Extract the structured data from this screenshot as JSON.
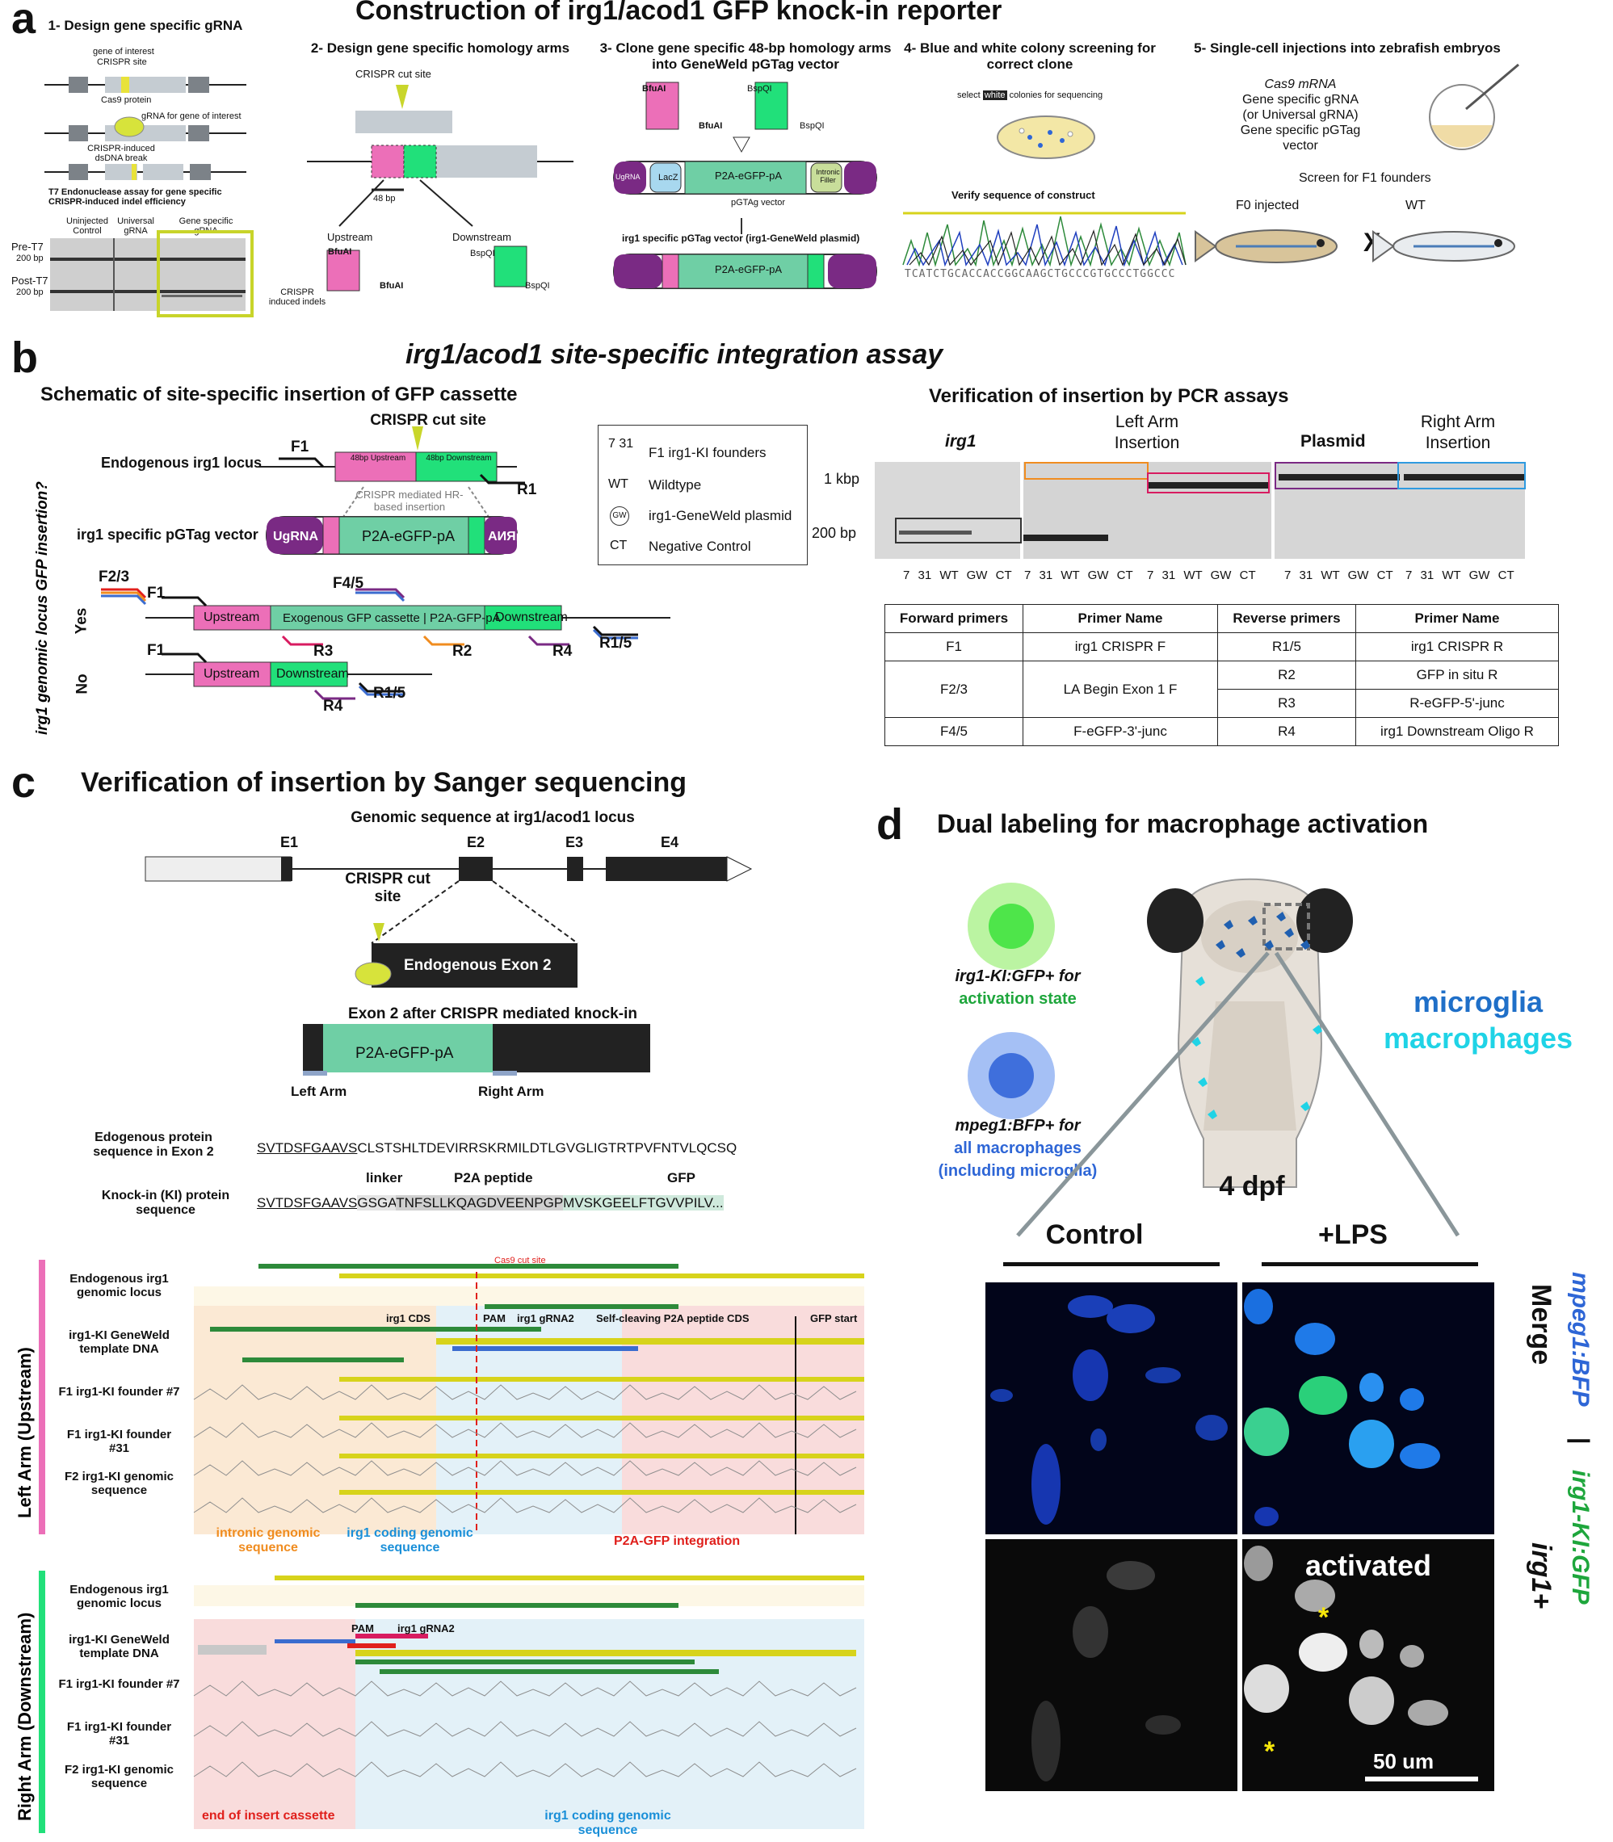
{
  "panels": {
    "a": "a",
    "b": "b",
    "c": "c",
    "d": "d"
  },
  "panel_a": {
    "title": "Construction of irg1/acod1 GFP knock-in reporter",
    "title_italic": "irg1/acod1",
    "step1": {
      "heading": "1- Design gene specific gRNA",
      "gene_of_interest": "gene of interest",
      "crispr_site": "CRISPR site",
      "cas9": "Cas9 protein",
      "grna": "gRNA for gene of interest",
      "dsdna": "CRISPR-induced dsDNA break",
      "t7_assay": "T7 Endonuclease assay for gene specific CRISPR-induced indel efficiency",
      "lanes": [
        "Uninjected Control",
        "Universal gRNA",
        "Gene specific gRNA"
      ],
      "pre": "Pre-T7",
      "post": "Post-T7",
      "bp200": "200 bp",
      "indels": "CRISPR induced indels"
    },
    "step2": {
      "heading": "2- Design gene specific homology arms",
      "cut": "CRISPR cut site",
      "bp48": "48 bp",
      "upstream": "Upstream",
      "downstream": "Downstream",
      "bfuai": "BfuAI",
      "bspqi": "BspQI"
    },
    "step3": {
      "heading": "3- Clone gene specific 48-bp homology arms into GeneWeld pGTag vector",
      "ugrna": "UgRNA",
      "lacz": "LacZ",
      "cassette": "P2A-eGFP-pA",
      "intronic": "Intronic Filler",
      "vector": "pGTAg vector",
      "plasmid_label": "irg1 specific pGTag vector (irg1-GeneWeld plasmid)",
      "bfuai": "BfuAI",
      "bspqi": "BspQI"
    },
    "step4": {
      "heading": "4- Blue and white colony screening for correct clone",
      "select_pre": "select",
      "select_white": "white",
      "select_post": "colonies for sequencing",
      "verify": "Verify sequence of construct",
      "sequence": "TCATCTGCACCACCGGCAAGCTGCCCGTGCCCTGGCCC"
    },
    "step5": {
      "heading": "5- Single-cell injections into zebrafish embryos",
      "lines": [
        "Cas9 mRNA",
        "Gene specific gRNA",
        "(or Universal gRNA)",
        "Gene specific pGTag vector"
      ],
      "screen": "Screen for F1 founders",
      "f0": "F0 injected",
      "x": "X",
      "wt": "WT"
    }
  },
  "panel_b": {
    "title": "irg1/acod1 site-specific integration assay",
    "schematic_title": "Schematic of site-specific insertion of GFP cassette",
    "cut": "CRISPR cut site",
    "endogenous": "Endogenous irg1 locus",
    "up48": "48bp Upstream",
    "down48": "48bp Downstream",
    "hr": "CRISPR mediated HR-based insertion",
    "vector": "irg1 specific pGTag vector",
    "ugrna": "UgRNA",
    "cassette": "P2A-eGFP-pA",
    "ylabel": "irg1 genomic locus GFP insertion?",
    "yes": "Yes",
    "no": "No",
    "upstream": "Upstream",
    "exo": "Exogenous GFP cassette | P2A-GFP-pA",
    "downstream": "Downstream",
    "primers": {
      "f23": "F2/3",
      "f1": "F1",
      "f45": "F4/5",
      "r1": "R1",
      "r15": "R1/5",
      "r2": "R2",
      "r3": "R3",
      "r4": "R4"
    },
    "legend": [
      {
        "key": "7  31",
        "keysub": "F1",
        "text": "F1 irg1-KI founders"
      },
      {
        "key": "WT",
        "text": "Wildtype"
      },
      {
        "key": "GW",
        "text": "irg1-GeneWeld plasmid"
      },
      {
        "key": "CT",
        "text": "Negative Control"
      }
    ],
    "pcr_title": "Verification of insertion by PCR assays",
    "gel_titles": [
      "irg1",
      "Left Arm Insertion",
      "Plasmid",
      "Right Arm Insertion"
    ],
    "kbp": "1 kbp",
    "bp200": "200 bp",
    "lane_labels": [
      "7",
      "31",
      "WT",
      "GW",
      "CT"
    ],
    "f1sub": "F1",
    "table": {
      "headers": [
        "Forward primers",
        "Primer Name",
        "Reverse primers",
        "Primer Name"
      ],
      "rows": [
        {
          "fwd": "F1",
          "fname": "irg1 CRISPR F",
          "rev": "R1/5",
          "rname": "irg1 CRISPR R"
        },
        {
          "fwd": "F2/3",
          "fname": "LA Begin Exon 1 F",
          "rev": "R2",
          "rname": "GFP in situ R"
        },
        {
          "fwd": "",
          "fname": "",
          "rev": "R3",
          "rname": "R-eGFP-5'-junc"
        },
        {
          "fwd": "F4/5",
          "fname": "F-eGFP-3'-junc",
          "rev": "R4",
          "rname": "irg1 Downstream Oligo R"
        }
      ]
    }
  },
  "panel_c": {
    "title": "Verification of insertion by Sanger sequencing",
    "genomic": "Genomic sequence at irg1/acod1 locus",
    "exons": [
      "E1",
      "E2",
      "E3",
      "E4"
    ],
    "cut": "CRISPR cut site",
    "endo_exon": "Endogenous Exon 2",
    "after": "Exon 2 after CRISPR mediated knock-in",
    "cassette": "P2A-eGFP-pA",
    "left_arm": "Left Arm",
    "right_arm": "Right Arm",
    "endo_protein_label": "Edogenous protein sequence in Exon 2",
    "endo_protein_u": "SVTDSFGAAVS",
    "endo_protein_rest": "CLSTSHLTDEVIRRSKRMILDTLGVGLIGTRTPVFNTVLQCSQ",
    "linker": "linker",
    "p2a": "P2A peptide",
    "gfp": "GFP",
    "ki_label": "Knock-in (KI) protein sequence",
    "ki_u": "SVTDSFGAAVS",
    "ki_linker": "GSGA",
    "ki_p2a": "TNFSLLKQAGDVEENPGP",
    "ki_gfp": "MVSKGEELFTGVVPILV...",
    "left_side": "Left Arm (Upstream)",
    "right_side": "Right Arm (Downstream)",
    "rows_left": [
      "Endogenous irg1 genomic locus",
      "irg1-KI GeneWeld template DNA",
      "F1 irg1-KI founder #7",
      "F1 irg1-KI founder #31",
      "F2 irg1-KI genomic sequence"
    ],
    "rows_right": [
      "Endogenous irg1 genomic locus",
      "irg1-KI GeneWeld template DNA",
      "F1 irg1-KI founder #7",
      "F1 irg1-KI founder #31",
      "F2 irg1-KI genomic sequence"
    ],
    "track_labels": {
      "cas9": "Cas9 cut site",
      "cds": "irg1 CDS",
      "pam": "PAM",
      "grna2": "irg1 gRNA2",
      "p2a_cds": "Self-cleaving P2A peptide CDS",
      "gfp_start": "GFP start"
    },
    "annot_left": {
      "intronic": "intronic genomic sequence",
      "coding": "irg1 coding genomic sequence",
      "p2a": "P2A-GFP integration"
    },
    "annot_right": {
      "end": "end of insert cassette",
      "coding": "irg1 coding genomic sequence"
    },
    "pam2": "PAM",
    "grna2b": "irg1 gRNA2"
  },
  "panel_d": {
    "title": "Dual labeling for macrophage activation",
    "green_label": "irg1-KI:GFP+ for",
    "green_state": "activation state",
    "blue_label": "mpeg1:BFP+ for",
    "blue_state1": "all macrophages",
    "blue_state2": "(including microglia)",
    "microglia": "microglia",
    "macrophages": "macrophages",
    "age": "4 dpf",
    "control": "Control",
    "lps": "+LPS",
    "merge": "Merge",
    "irg1": "irg1+",
    "activated": "activated",
    "scale": "50 um",
    "side_blue": "mpeg1:BFP",
    "side_sep": " | ",
    "side_green": "irg1-KI:GFP",
    "star": "*"
  },
  "colors": {
    "pink": "#ec6fb8",
    "green": "#21e07a",
    "teal": "#6fcfa5",
    "purple": "#7a2a84",
    "grey": "#b9c0c6",
    "blue": "#2e66d6",
    "cyan": "#1fd3e6",
    "yellow": "#d7d31b",
    "red": "#e0201c",
    "orange": "#f08c1f"
  }
}
